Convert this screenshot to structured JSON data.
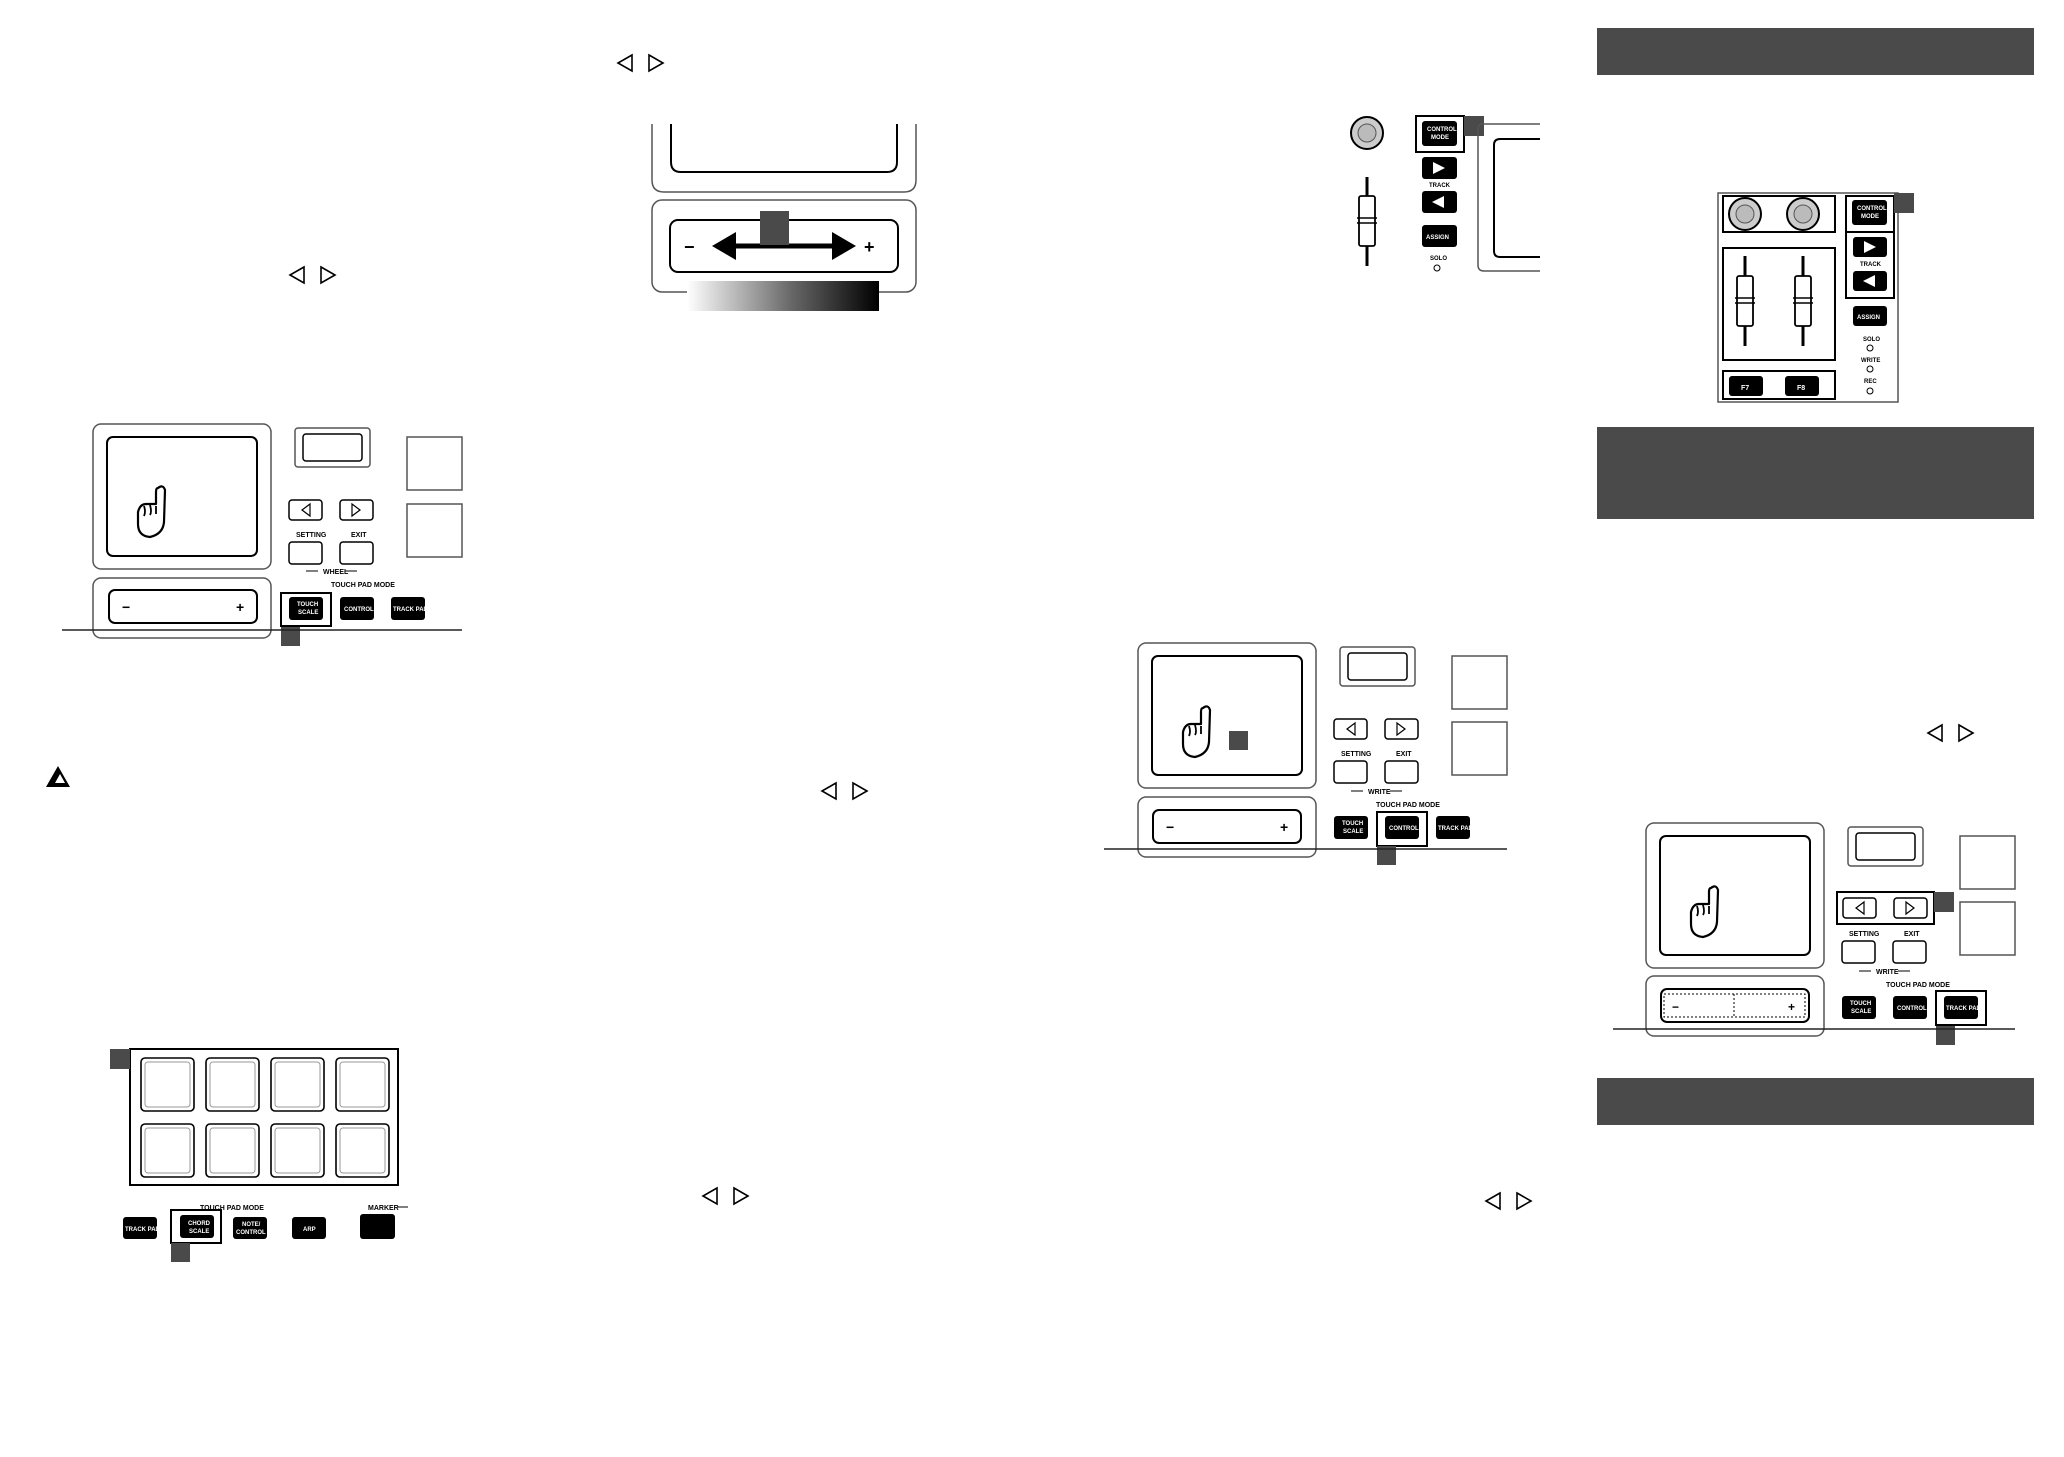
{
  "colors": {
    "header_bar": "#4a4a4a",
    "callout": "#4a4a4a",
    "line": "#222222"
  },
  "labels": {
    "setting": "SETTING",
    "exit": "EXIT",
    "wheel": "WHEEL",
    "write": "WRITE",
    "touch_pad_mode": "TOUCH PAD MODE",
    "touch_scale": [
      "TOUCH",
      "SCALE"
    ],
    "control": "CONTROL",
    "track_pad": "TRACK PAD",
    "chord_scale": [
      "CHORD",
      "SCALE"
    ],
    "note_control": [
      "NOTE/",
      "CONTROL"
    ],
    "arp": "ARP",
    "marker": "MARKER",
    "control_mode": [
      "CONTROL",
      "MODE"
    ],
    "track": "TRACK",
    "assign": "ASSIGN",
    "solo": "SOLO",
    "rec": "REC",
    "f7": "F7",
    "f8": "F8",
    "minus": "−",
    "plus": "+"
  },
  "icons": {
    "left_arrow": "left-triangle-outline",
    "right_arrow": "right-triangle-outline",
    "warning": "warning-icon",
    "hand": "pointing-hand-icon"
  }
}
